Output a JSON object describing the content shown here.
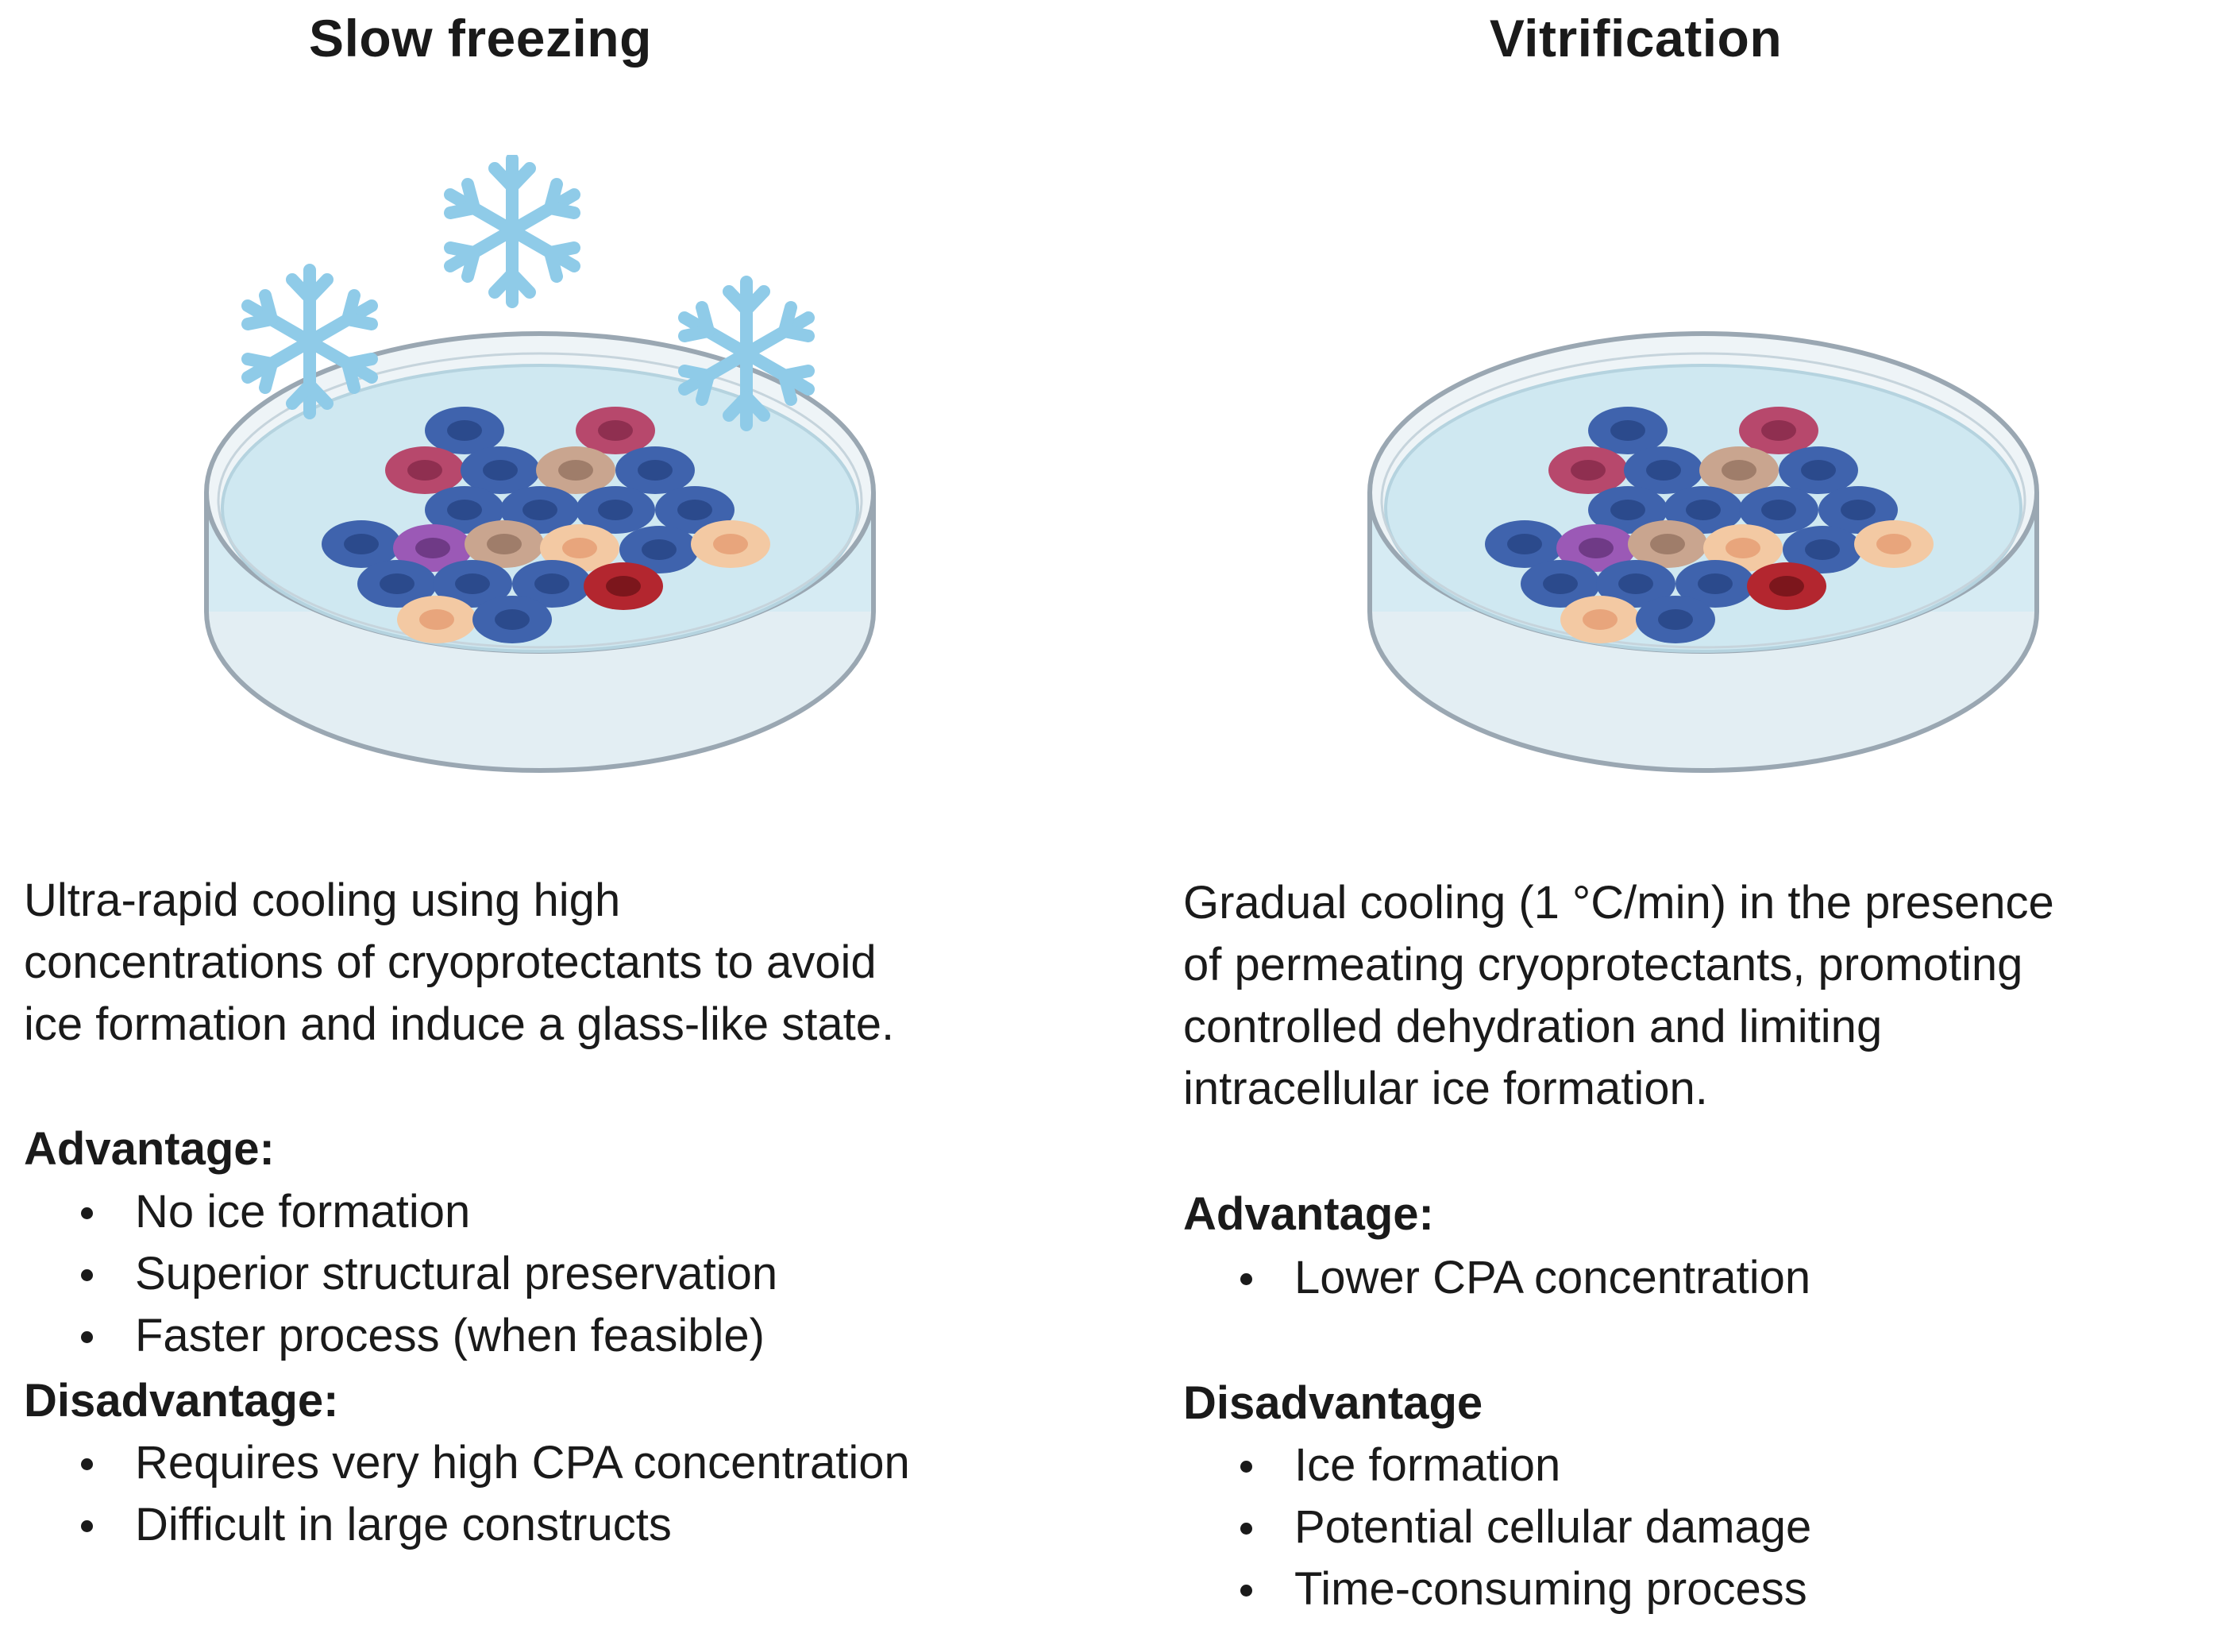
{
  "left": {
    "title": "Slow freezing",
    "description": "Ultra-rapid cooling using high\nconcentrations of cryoprotectants to avoid\nice formation and induce a glass-like state.",
    "advantage_heading": "Advantage:",
    "advantages": [
      "No ice formation",
      "Superior structural preservation",
      "Faster process (when feasible)"
    ],
    "disadvantage_heading": "Disadvantage:",
    "disadvantages": [
      "Requires very high CPA concentration",
      "Difficult in large constructs"
    ]
  },
  "right": {
    "title": "Vitrification",
    "description": "Gradual cooling (1 °C/min) in the presence\nof permeating cryoprotectants, promoting\ncontrolled dehydration and limiting\nintracellular ice formation.",
    "advantage_heading": "Advantage:",
    "advantages": [
      "Lower CPA concentration"
    ],
    "disadvantage_heading": "Disadvantage",
    "disadvantages": [
      "Ice formation",
      "Potential cellular damage",
      "Time-consuming process"
    ]
  },
  "colors": {
    "snowflake": "#8fcbe8",
    "dish_rim": "#9aa7b2",
    "medium": "#cfe8f1",
    "cell_blue": "#3f63ad",
    "cell_blue_nucleus": "#2b4a8c",
    "cell_pink": "#b7486c",
    "cell_pink_nucleus": "#8f2f50",
    "cell_tan": "#c9a58f",
    "cell_tan_nucleus": "#9f7d6a",
    "cell_peach": "#f3c9a3",
    "cell_peach_nucleus": "#e8a57c",
    "cell_purple": "#9b59b6",
    "cell_purple_nucleus": "#6f3a86",
    "cell_red": "#b3262f",
    "cell_red_nucleus": "#7c161c"
  }
}
